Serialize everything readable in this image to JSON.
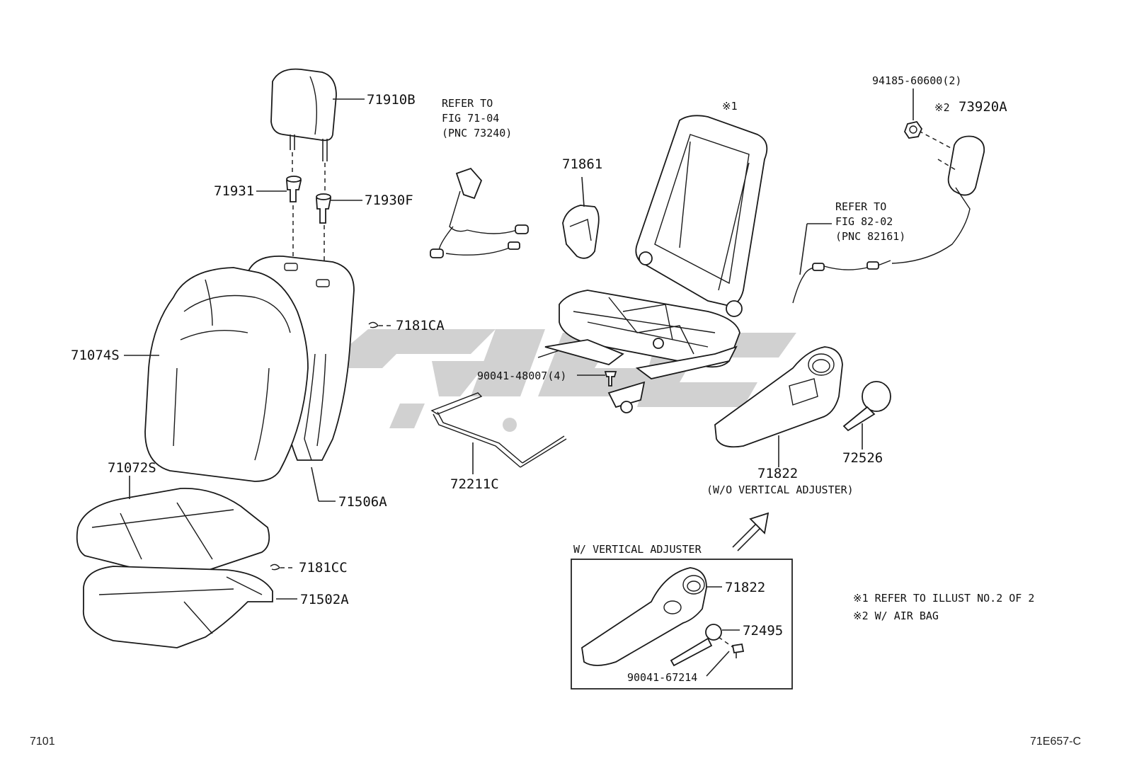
{
  "labels": {
    "p71910B": "71910B",
    "p71931": "71931",
    "p71930F": "71930F",
    "p7181CA": "7181CA",
    "p71074S": "71074S",
    "p71072S": "71072S",
    "p71506A": "71506A",
    "p7181CC": "7181CC",
    "p71502A": "71502A",
    "refer1_l1": "REFER TO",
    "refer1_l2": "FIG 71-04",
    "refer1_l3": "(PNC 73240)",
    "p71861": "71861",
    "p90041_48007": "90041-48007(4)",
    "p72211C": "72211C",
    "note1_mark": "※1",
    "p94185": "94185-60600(2)",
    "p73920A_mark": "※2",
    "p73920A": "73920A",
    "refer2_l1": "REFER TO",
    "refer2_l2": "FIG 82-02",
    "refer2_l3": "(PNC 82161)",
    "p72526": "72526",
    "p71822_top": "71822",
    "wo_vertical": "(W/O VERTICAL ADJUSTER)",
    "w_vertical": "W/ VERTICAL ADJUSTER",
    "p71822_box": "71822",
    "p72495": "72495",
    "p90041_67214": "90041-67214",
    "note1": "※1 REFER TO ILLUST NO.2 OF 2",
    "note2": "※2 W/ AIR BAG",
    "footer_left": "7101",
    "footer_right": "71E657-C"
  },
  "colors": {
    "line": "#222222",
    "watermark": "#c8c8c8"
  }
}
